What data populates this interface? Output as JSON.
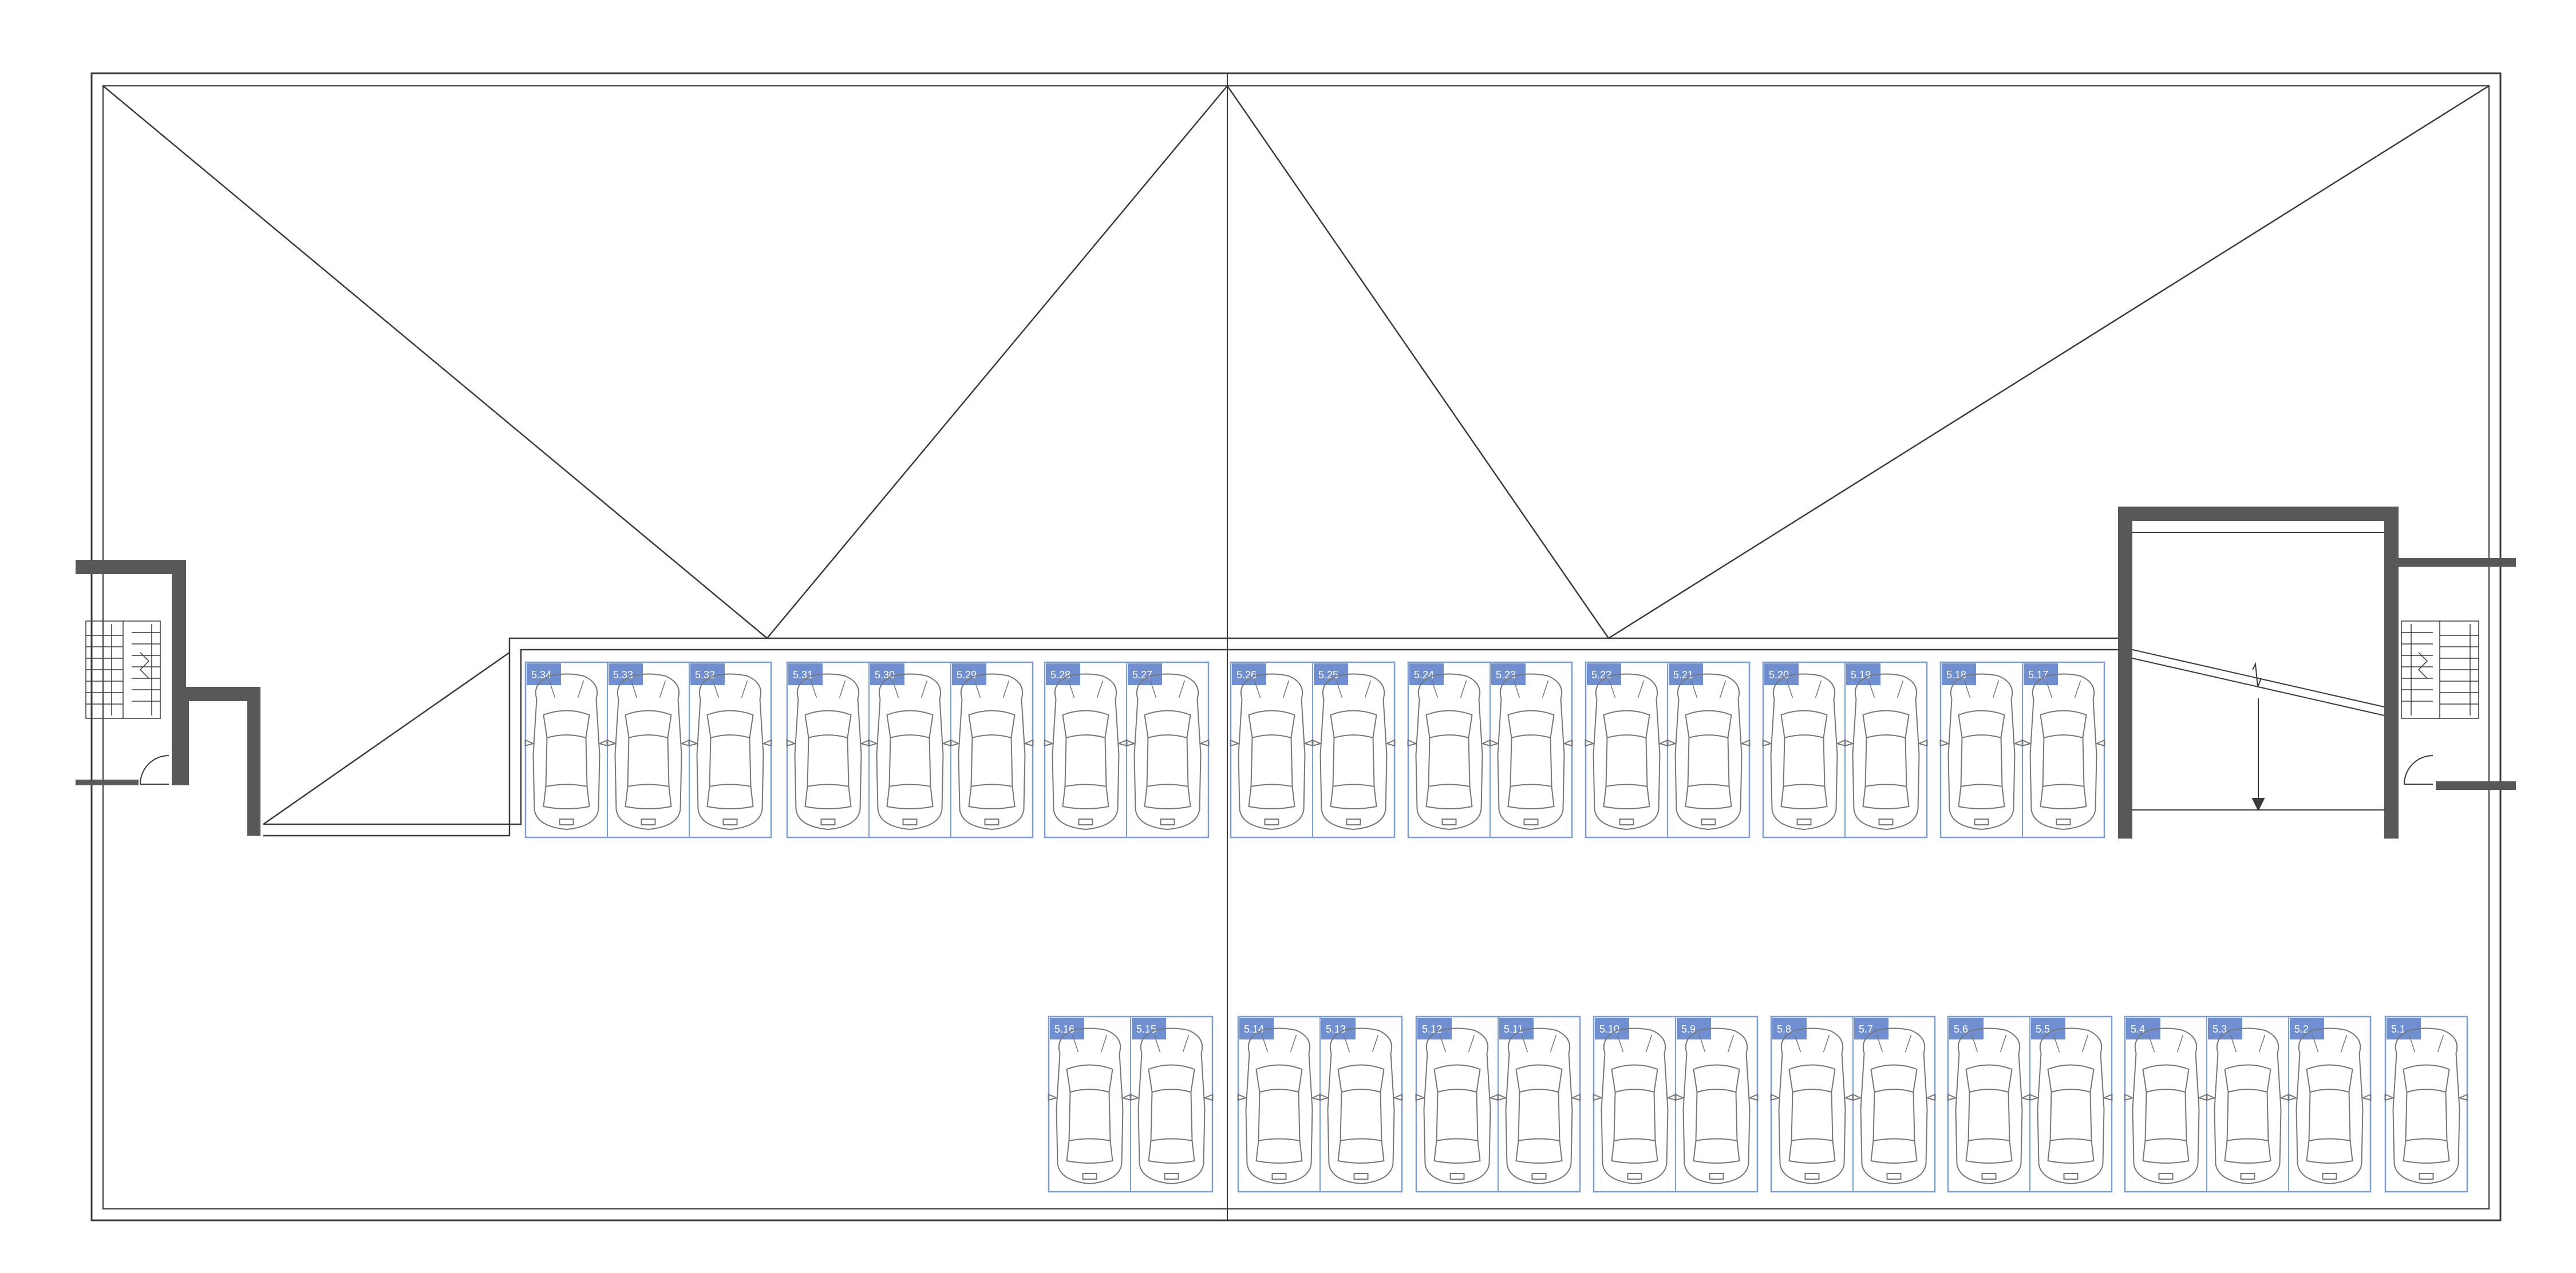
{
  "colors": {
    "line": "#3a3a3a",
    "wall": "#585858",
    "spot_outline": "#7a9fd8",
    "label_bg": "#6f8fd0",
    "label_text": "#ffffff",
    "car": "#777777"
  },
  "rows": [
    {
      "name": "top-row",
      "bays": [
        {
          "spots": [
            "5.34",
            "5.33",
            "5.32"
          ]
        },
        {
          "spots": [
            "5.31",
            "5.30",
            "5.29"
          ]
        },
        {
          "spots": [
            "5.28",
            "5.27"
          ]
        },
        {
          "spots": [
            "5.26",
            "5.25"
          ]
        },
        {
          "spots": [
            "5.24",
            "5.23"
          ]
        },
        {
          "spots": [
            "5.22",
            "5.21"
          ]
        },
        {
          "spots": [
            "5.20",
            "5.19"
          ]
        },
        {
          "spots": [
            "5.18",
            "5.17"
          ]
        }
      ]
    },
    {
      "name": "bottom-row",
      "bays": [
        {
          "spots": [
            "5.16",
            "5.15"
          ]
        },
        {
          "spots": [
            "5.14",
            "5.13"
          ]
        },
        {
          "spots": [
            "5.12",
            "5.11"
          ]
        },
        {
          "spots": [
            "5.10",
            "5.9"
          ]
        },
        {
          "spots": [
            "5.8",
            "5.7"
          ]
        },
        {
          "spots": [
            "5.6",
            "5.5"
          ]
        },
        {
          "spots": [
            "5.4",
            "5.3",
            "5.2"
          ]
        },
        {
          "spots": [
            "5.1"
          ]
        }
      ]
    }
  ],
  "icons": {
    "stair": "staircase-icon",
    "car": "car-topview-icon",
    "ramp": "ramp-icon",
    "door": "door-swing-icon"
  }
}
